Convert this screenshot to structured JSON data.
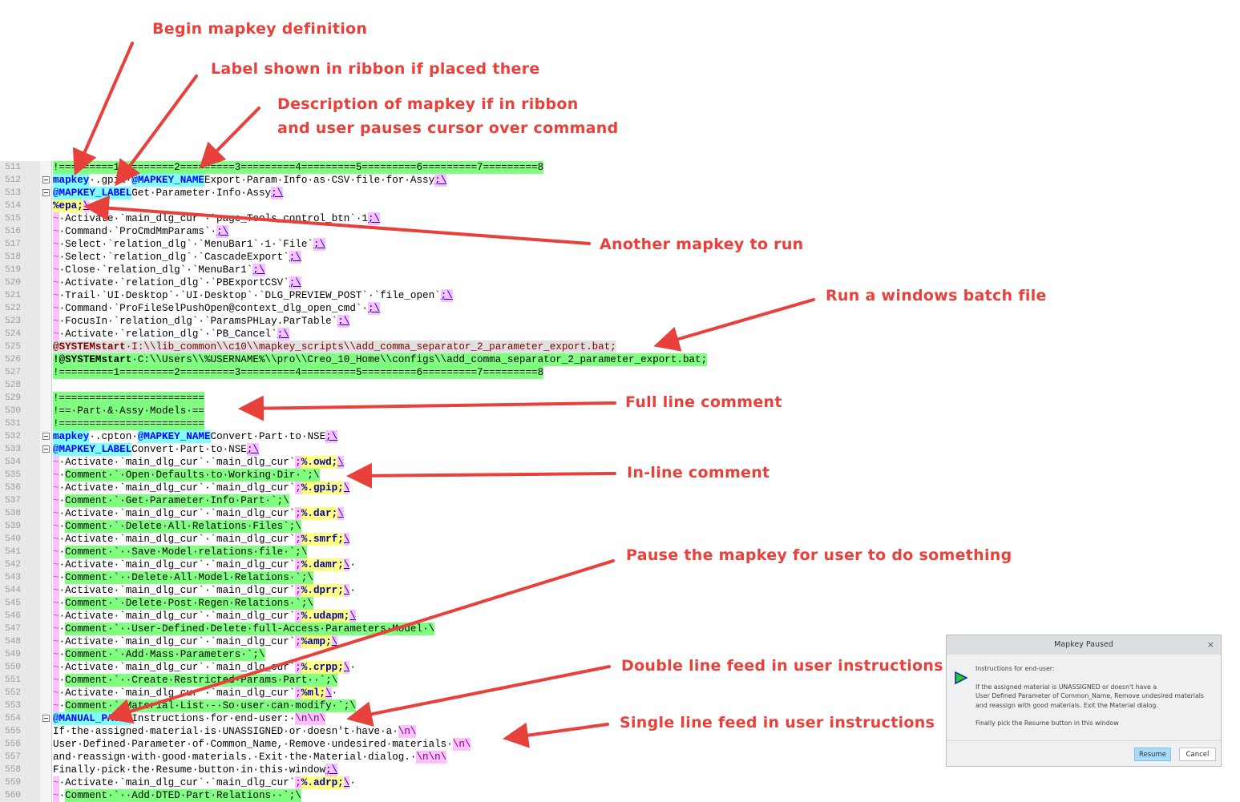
{
  "annotations": {
    "begin_mapkey": "Begin mapkey definition",
    "label_ribbon": "Label shown in ribbon if placed there",
    "description_line1": "Description of mapkey if in ribbon",
    "description_line2": "and user pauses cursor over command",
    "another_mapkey": "Another mapkey to run",
    "batch_file": "Run a windows batch file",
    "full_line_comment": "Full line comment",
    "inline_comment": "In-line comment",
    "pause": "Pause the mapkey for user to do something",
    "double_lf": "Double line feed in user instructions",
    "single_lf": "Single line feed in user instructions",
    "color": "#e8403a"
  },
  "editor": {
    "colors": {
      "comment_bg": "#80ff80",
      "keyword_bg": "#80ffff",
      "continuation_bg": "#ffc0ff",
      "mapkey_call_bg": "#ffff80",
      "current_line_bg": "#e0e0e0"
    },
    "lines": [
      {
        "n": "511",
        "s0": "!=========1=========2=========3=========4=========5=========6=========7=========8"
      },
      {
        "n": "512",
        "s0": "mapkey",
        "s1": "·.gpia·",
        "s2": "@MAPKEY_NAME",
        "s3": "Export·Param·Info·as·CSV·file·for·Assy",
        "s4": ";\\"
      },
      {
        "n": "513",
        "s0": "@MAPKEY_LABEL",
        "s1": "Get·Parameter·Info·Assy",
        "s2": ";\\"
      },
      {
        "n": "514",
        "s0": "%epa;",
        "s1": "\\"
      },
      {
        "n": "515",
        "s0": "~",
        "s1": "·Activate·`main_dlg_cur`·`page_Tools_control_btn`·1",
        "s2": ";\\"
      },
      {
        "n": "516",
        "s0": "~",
        "s1": "·Command·`ProCmdMmParams`·",
        "s2": ";\\"
      },
      {
        "n": "517",
        "s0": "~",
        "s1": "·Select·`relation_dlg`·`MenuBar1`·1·`File`",
        "s2": ";\\"
      },
      {
        "n": "518",
        "s0": "~",
        "s1": "·Select·`relation_dlg`·`CascadeExport`",
        "s2": ";\\"
      },
      {
        "n": "519",
        "s0": "~",
        "s1": "·Close·`relation_dlg`·`MenuBar1`",
        "s2": ";\\"
      },
      {
        "n": "520",
        "s0": "~",
        "s1": "·Activate·`relation_dlg`·`PBExportCSV`",
        "s2": ";\\"
      },
      {
        "n": "521",
        "s0": "~",
        "s1": "·Trail·`UI·Desktop`·`UI·Desktop`·`DLG_PREVIEW_POST`·`file_open`",
        "s2": ";\\"
      },
      {
        "n": "522",
        "s0": "~",
        "s1": "·Command·`ProFileSelPushOpen@context_dlg_open_cmd`·",
        "s2": ";\\"
      },
      {
        "n": "523",
        "s0": "~",
        "s1": "·FocusIn·`relation_dlg`·`ParamsPHLay.ParTable`",
        "s2": ";\\"
      },
      {
        "n": "524",
        "s0": "~",
        "s1": "·Activate·`relation_dlg`·`PB_Cancel`",
        "s2": ";\\"
      },
      {
        "n": "525",
        "s0": "@SYSTEMstart",
        "s1": "·I:\\\\lib_common\\\\c10\\\\mapkey_scripts\\\\add_comma_separator_2_parameter_export.bat;"
      },
      {
        "n": "526",
        "s0": "!@SYSTEMstart",
        "s1": "·C:\\\\Users\\\\%USERNAME%\\\\pro\\\\Creo_10_Home\\\\configs\\\\add_comma_separator_2_parameter_export.bat;"
      },
      {
        "n": "527",
        "s0": "!=========1=========2=========3=========4=========5=========6=========7=========8"
      },
      {
        "n": "528"
      },
      {
        "n": "529",
        "s0": "!========================"
      },
      {
        "n": "530",
        "s0": "!==·Part·&·Assy·Models·=="
      },
      {
        "n": "531",
        "s0": "!========================"
      },
      {
        "n": "532",
        "s0": "mapkey",
        "s1": "·.cpton·",
        "s2": "@MAPKEY_NAME",
        "s3": "Convert·Part·to·NSE",
        "s4": ";\\"
      },
      {
        "n": "533",
        "s0": "@MAPKEY_LABEL",
        "s1": "Convert·Part·to·NSE",
        "s2": ";\\"
      },
      {
        "n": "534",
        "s0": "~",
        "s1": "·Activate·`main_dlg_cur`·`main_dlg_cur`",
        "s2": ";",
        "s3": "%.owd;",
        "s4": "\\"
      },
      {
        "n": "535",
        "s0": "~",
        "s1": "·",
        "s2": "Comment·`·Open·Defaults·to·Working·Dir·`;\\"
      },
      {
        "n": "536",
        "s0": "~",
        "s1": "·Activate·`main_dlg_cur`·`main_dlg_cur`",
        "s2": ";",
        "s3": "%.gpip;",
        "s4": "\\"
      },
      {
        "n": "537",
        "s0": "~",
        "s1": "·",
        "s2": "Comment·`·Get·Parameter·Info·Part·`;\\"
      },
      {
        "n": "538",
        "s0": "~",
        "s1": "·Activate·`main_dlg_cur`·`main_dlg_cur`",
        "s2": ";",
        "s3": "%.dar;",
        "s4": "\\"
      },
      {
        "n": "539",
        "s0": "~",
        "s1": "·",
        "s2": "Comment·`·Delete·All·Relations·Files`;\\"
      },
      {
        "n": "540",
        "s0": "~",
        "s1": "·Activate·`main_dlg_cur`·`main_dlg_cur`",
        "s2": ";",
        "s3": "%.smrf;",
        "s4": "\\"
      },
      {
        "n": "541",
        "s0": "~",
        "s1": "·",
        "s2": "Comment·`··Save·Model·relations·file·`;\\"
      },
      {
        "n": "542",
        "s0": "~",
        "s1": "·Activate·`main_dlg_cur`·`main_dlg_cur`",
        "s2": ";",
        "s3": "%.damr;",
        "s4": "\\",
        "s5": "·"
      },
      {
        "n": "543",
        "s0": "~",
        "s1": "·",
        "s2": "Comment·`··Delete·All·Model·Relations·`;\\"
      },
      {
        "n": "544",
        "s0": "~",
        "s1": "·Activate·`main_dlg_cur`·`main_dlg_cur`",
        "s2": ";",
        "s3": "%.dprr;",
        "s4": "\\",
        "s5": "·"
      },
      {
        "n": "545",
        "s0": "~",
        "s1": "·",
        "s2": "Comment·`·Delete·Post·Regen·Relations·`;\\"
      },
      {
        "n": "546",
        "s0": "~",
        "s1": "·Activate·`main_dlg_cur`·`main_dlg_cur`",
        "s2": ";",
        "s3": "%.udapm;",
        "s4": "\\"
      },
      {
        "n": "547",
        "s0": "~",
        "s1": "·",
        "s2": "Comment·`··User-Defined·Delete·full-Access·Parameters·Model·\\"
      },
      {
        "n": "548",
        "s0": "~",
        "s1": "·Activate·`main_dlg_cur`·`main_dlg_cur`",
        "s2": ";",
        "s3": "%amp;",
        "s4": "\\"
      },
      {
        "n": "549",
        "s0": "~",
        "s1": "·",
        "s2": "Comment·`·Add·Mass·Parameters·`;\\"
      },
      {
        "n": "550",
        "s0": "~",
        "s1": "·Activate·`main_dlg_cur`·`main_dlg_cur`",
        "s2": ";",
        "s3": "%.crpp;",
        "s4": "\\",
        "s5": "·"
      },
      {
        "n": "551",
        "s0": "~",
        "s1": "·",
        "s2": "Comment·`··Create·Restricted·Params·Part··`;\\"
      },
      {
        "n": "552",
        "s0": "~",
        "s1": "·Activate·`main_dlg_cur`·`main_dlg_cur`",
        "s2": ";",
        "s3": "%ml;",
        "s4": "\\",
        "s5": "·"
      },
      {
        "n": "553",
        "s0": "~",
        "s1": "·",
        "s2": "Comment·`·Material·List·-·So·user·can·modify·`;\\"
      },
      {
        "n": "554",
        "s0": "@MANUAL_PAUSE",
        "s1": "Instructions·for·end-user:·",
        "s2": "\\n\\n\\"
      },
      {
        "n": "555",
        "s0": "If·the·assigned·material·is·UNASSIGNED·or·doesn't·have·a·",
        "s1": "\\n\\"
      },
      {
        "n": "556",
        "s0": "User·Defined·Parameter·of·Common_Name,·Remove·undesired·materials·",
        "s1": "\\n\\"
      },
      {
        "n": "557",
        "s0": "and·reassign·with·good·materials.·Exit·the·Material·dialog.·",
        "s1": "\\n\\n\\"
      },
      {
        "n": "558",
        "s0": "Finally·pick·the·Resume·button·in·this·window",
        "s1": ";\\"
      },
      {
        "n": "559",
        "s0": "~",
        "s1": "·Activate·`main_dlg_cur`·`main_dlg_cur`",
        "s2": ";",
        "s3": "%.adrp;",
        "s4": "\\",
        "s5": "·"
      },
      {
        "n": "560",
        "s0": "~",
        "s1": "·",
        "s2": "Comment·`··Add·DTED·Part·Relations··`;\\"
      }
    ]
  },
  "dialog": {
    "title": "Mapkey Paused",
    "close": "×",
    "instructions_heading": "Instructions for end-user:",
    "body_line1": "If the assigned material is UNASSIGNED or doesn't have a",
    "body_line2": "User Defined Parameter of Common_Name, Remove undesired materials",
    "body_line3": "and reassign with good materials. Exit the Material dialog.",
    "final_line": "Finally pick the Resume button in this window",
    "resume_label": "Resume",
    "cancel_label": "Cancel",
    "icon": "play-arrow-icon",
    "icon_color": "#22cc22",
    "resume_bg": "#a8dcfa"
  }
}
